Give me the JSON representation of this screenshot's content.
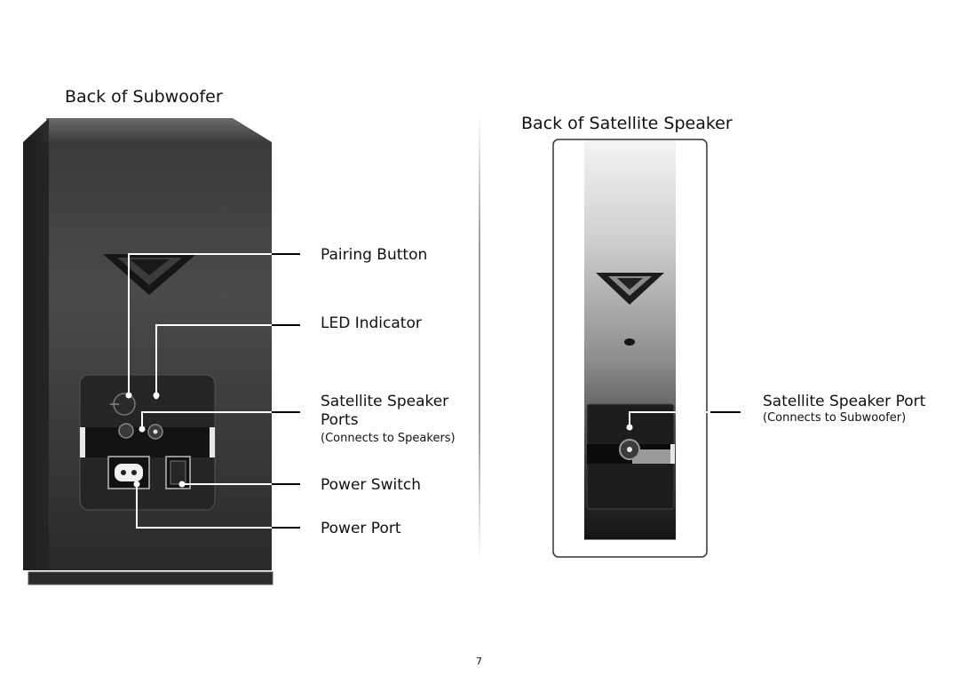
{
  "subwoofer": {
    "heading": "Back of Subwoofer",
    "callouts": {
      "pairing_button": "Pairing Button",
      "led_indicator": "LED Indicator",
      "speaker_ports_line1": "Satellite Speaker",
      "speaker_ports_line2": "Ports",
      "speaker_ports_note": "(Connects to Speakers)",
      "power_switch": "Power Switch",
      "power_port": "Power Port"
    }
  },
  "satellite": {
    "heading": "Back of Satellite Speaker",
    "callouts": {
      "speaker_port": "Satellite Speaker Port",
      "speaker_port_note": "(Connects to Subwoofer)"
    }
  },
  "page_number": "7"
}
